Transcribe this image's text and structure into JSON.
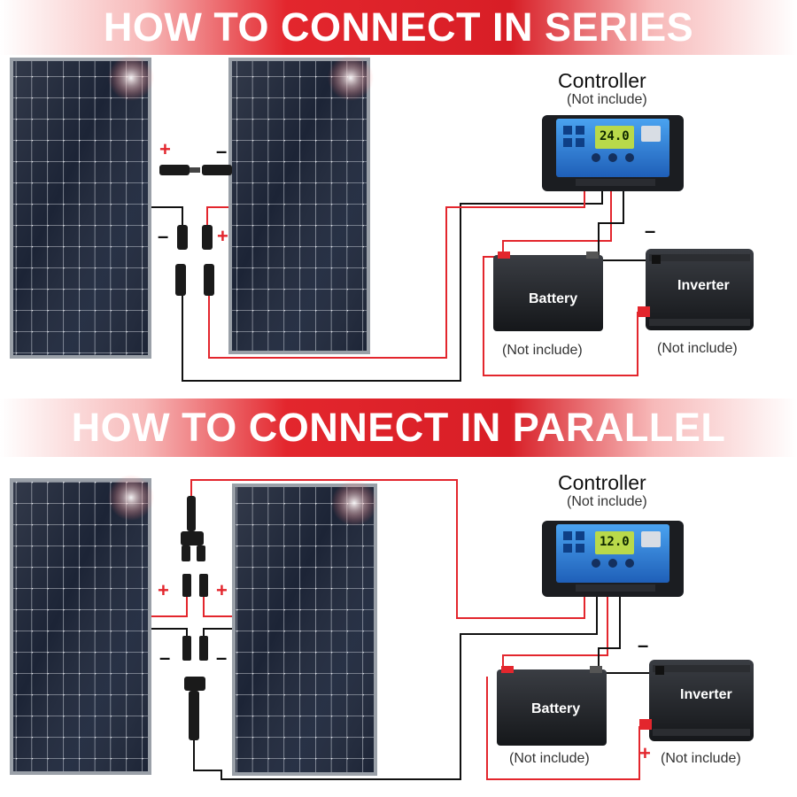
{
  "series_section": {
    "title": "HOW TO CONNECT IN SERIES",
    "controller": {
      "label": "Controller",
      "note": "(Not include)",
      "display": "24.0"
    },
    "battery": {
      "label": "Battery",
      "note": "(Not include)"
    },
    "inverter": {
      "label": "Inverter",
      "note": "(Not include)"
    },
    "signs": {
      "plus": "+",
      "minus": "–"
    }
  },
  "parallel_section": {
    "title": "HOW TO CONNECT IN PARALLEL",
    "controller": {
      "label": "Controller",
      "note": "(Not include)",
      "display": "12.0"
    },
    "battery": {
      "label": "Battery",
      "note": "(Not include)"
    },
    "inverter": {
      "label": "Inverter",
      "note": "(Not include)"
    },
    "signs": {
      "plus": "+",
      "minus": "–"
    }
  },
  "colors": {
    "banner_red": "#e3262d",
    "wire_red": "#e3262d",
    "wire_black": "#111111",
    "controller_face": "#2f80d8",
    "lcd": "#b9d94a",
    "panel_cell": "#1c2436"
  }
}
